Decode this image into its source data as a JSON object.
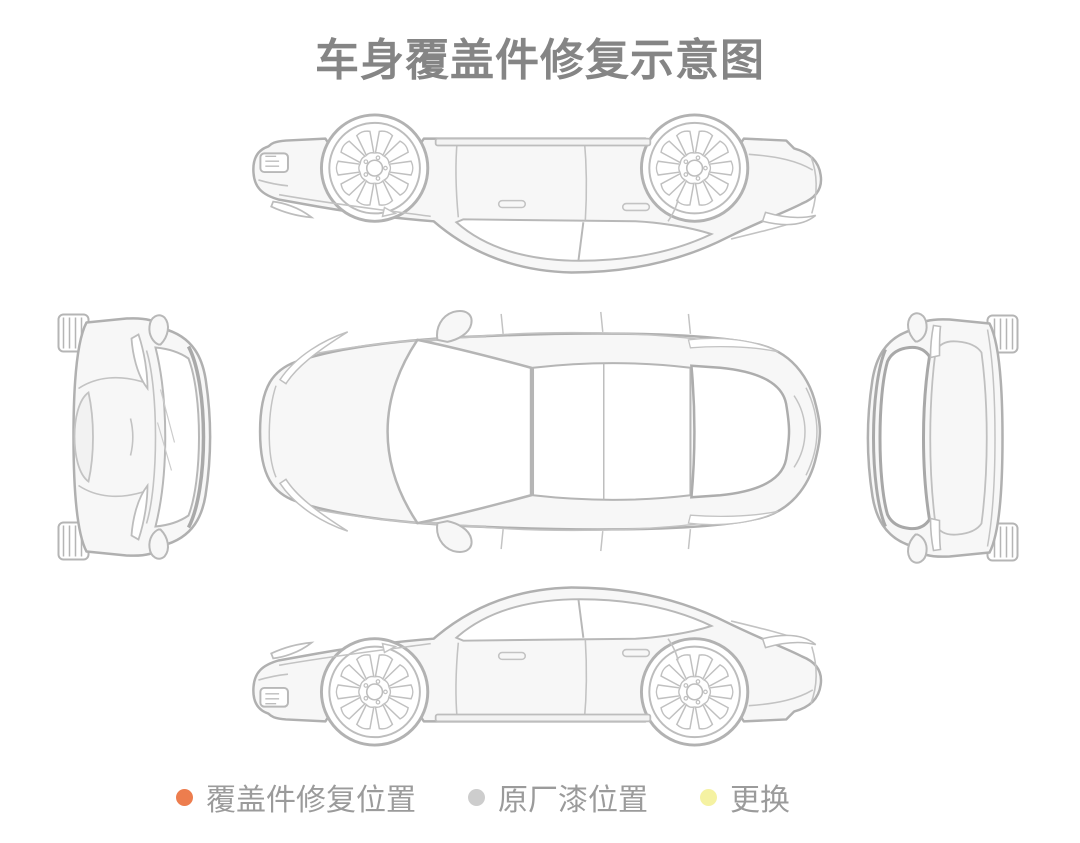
{
  "title": "车身覆盖件修复示意图",
  "legend": {
    "items": [
      {
        "id": "repair",
        "label": "覆盖件修复位置",
        "color": "#ED7D4E"
      },
      {
        "id": "original-paint",
        "label": "原厂漆位置",
        "color": "#CDCDCD"
      },
      {
        "id": "replace",
        "label": "更换",
        "color": "#F5F2A2"
      }
    ]
  },
  "artwork": {
    "line_color": "#B2B2B2",
    "detail_line_color": "#C3C3C3",
    "body_fill": "#F7F7F7",
    "glass_fill": "#FFFFFF",
    "title_color": "#858585",
    "legend_text_color": "#9B9B9B"
  }
}
